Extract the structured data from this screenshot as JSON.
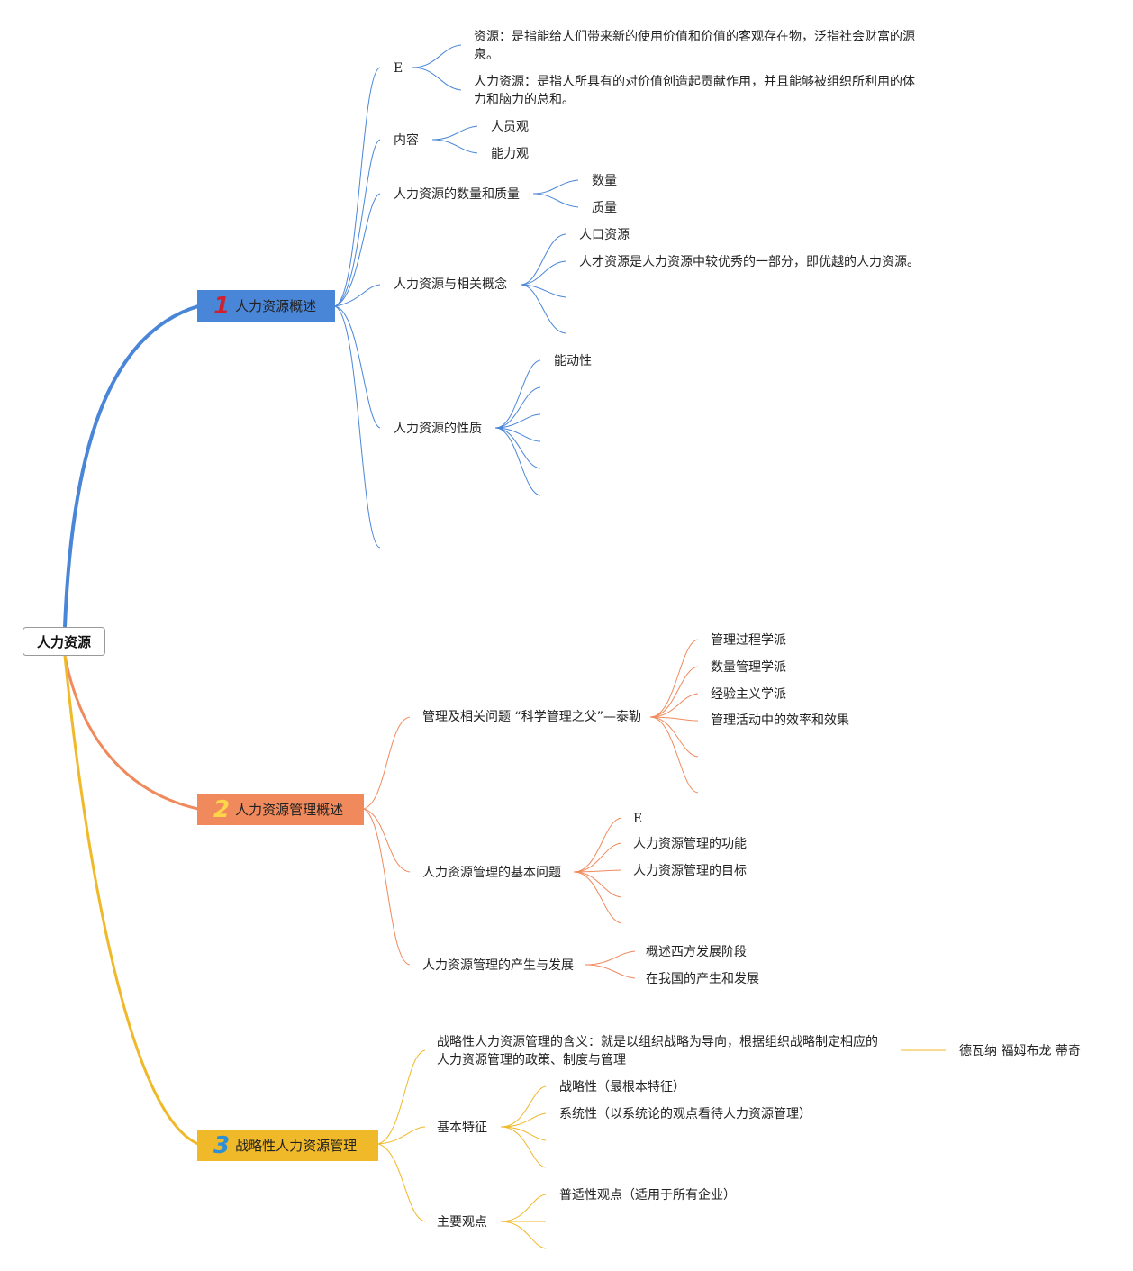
{
  "colors": {
    "blue": "#4a86d8",
    "orange": "#f08a5d",
    "yellow": "#f0b92a",
    "num1": "#d0202e",
    "num2": "#ffd54a",
    "num3": "#2d8fd6"
  },
  "root": {
    "label": "人力资源"
  },
  "branch1": {
    "num": "1",
    "title": "人力资源概述",
    "n1": {
      "label": "E",
      "c1": "资源：是指能给人们带来新的使用价值和价值的客观存在物，泛指社会财富的源泉。",
      "c2": "人力资源：是指人所具有的对价值创造起贡献作用，并且能够被组织所利用的体力和脑力的总和。"
    },
    "n2": {
      "label": "内容",
      "c1": "人员观",
      "c2": "能力观"
    },
    "n3": {
      "label": "人力资源的数量和质量",
      "c1": "数量",
      "c2": "质量"
    },
    "n4": {
      "label": "人力资源与相关概念",
      "c1": "人口资源",
      "c2": "人才资源是人力资源中较优秀的一部分，即优越的人力资源。"
    },
    "n5": {
      "label": "人力资源的性质",
      "c1": "能动性"
    }
  },
  "branch2": {
    "num": "2",
    "title": "人力资源管理概述",
    "n1": {
      "label": "管理及相关问题 “科学管理之父”—泰勒",
      "c1": "管理过程学派",
      "c2": "数量管理学派",
      "c3": "经验主义学派",
      "c4": "管理活动中的效率和效果"
    },
    "n2": {
      "label": "人力资源管理的基本问题",
      "c1": "E",
      "c2": "人力资源管理的功能",
      "c3": "人力资源管理的目标"
    },
    "n3": {
      "label": "人力资源管理的产生与发展",
      "c1": "概述西方发展阶段",
      "c2": "在我国的产生和发展"
    }
  },
  "branch3": {
    "num": "3",
    "title": "战略性人力资源管理",
    "n1": {
      "label": "战略性人力资源管理的含义：就是以组织战略为导向，根据组织战略制定相应的人力资源管理的政策、制度与管理",
      "c1": "德瓦纳 福姆布龙 蒂奇"
    },
    "n2": {
      "label": "基本特征",
      "c1": "战略性（最根本特征）",
      "c2": "系统性（以系统论的观点看待人力资源管理）"
    },
    "n3": {
      "label": "主要观点",
      "c1": "普适性观点（适用于所有企业）"
    }
  }
}
